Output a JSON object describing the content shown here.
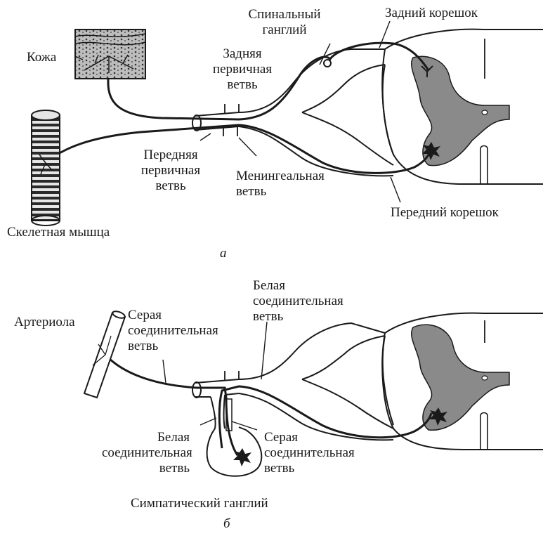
{
  "diagram_a": {
    "caption": "а",
    "labels": {
      "skin": "Кожа",
      "spinal_ganglion": [
        "Спинальный",
        "ганглий"
      ],
      "dorsal_root": "Задний корешок",
      "dorsal_ramus": [
        "Задняя",
        "первичная",
        "ветвь"
      ],
      "ventral_ramus": [
        "Передняя",
        "первичная",
        "ветвь"
      ],
      "meningeal_branch": [
        "Менингеальная",
        "ветвь"
      ],
      "ventral_root": "Передний корешок",
      "skeletal_muscle": "Скелетная мышца"
    }
  },
  "diagram_b": {
    "caption": "б",
    "labels": {
      "arteriole": "Артериола",
      "gray_ramus_top": [
        "Серая",
        "соединительная",
        "ветвь"
      ],
      "white_ramus_top": [
        "Белая",
        "соединительная",
        "ветвь"
      ],
      "white_ramus_bottom": [
        "Белая",
        "соединительная",
        "ветвь"
      ],
      "gray_ramus_bottom": [
        "Серая",
        "соединительная",
        "ветвь"
      ],
      "sympathetic_ganglion": "Симпатический ганглий"
    }
  },
  "colors": {
    "line": "#1a1a1a",
    "gray_matter": "#8a8a8a",
    "background": "#ffffff"
  }
}
